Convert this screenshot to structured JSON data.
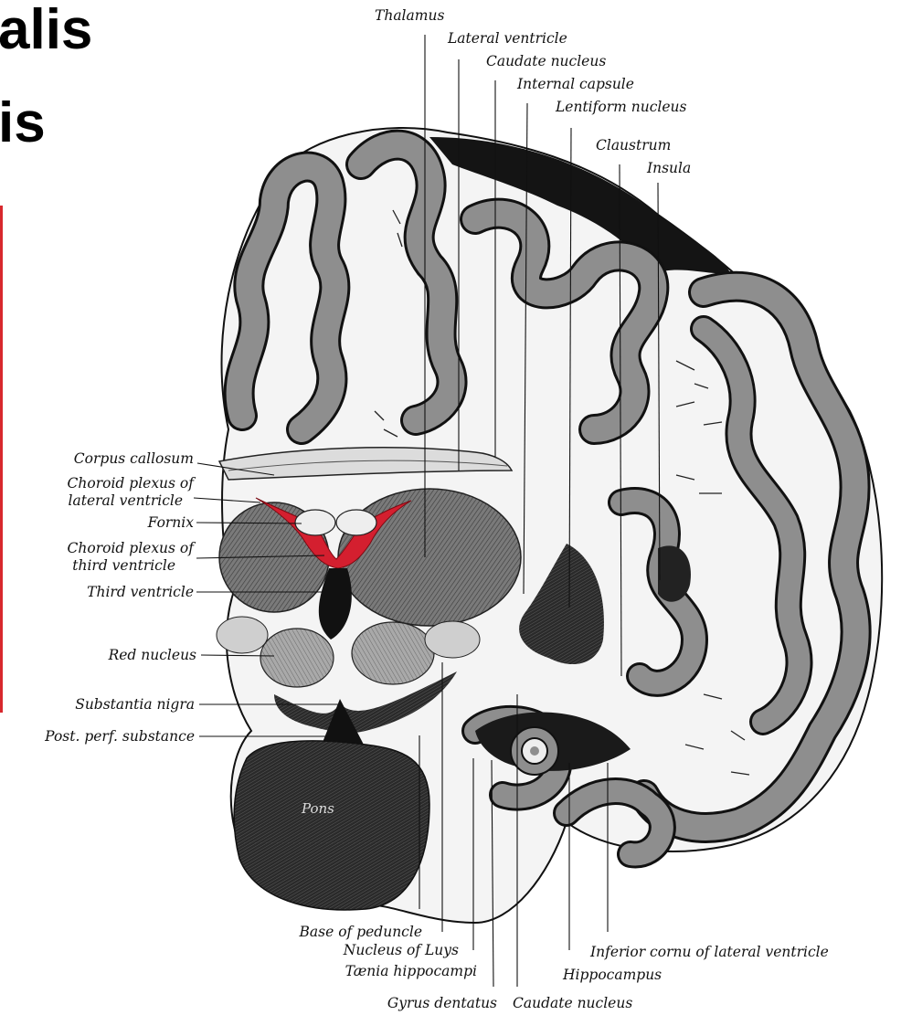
{
  "header": {
    "title_line1": "alis",
    "title_line2": "is"
  },
  "labels": {
    "thalamus": "Thalamus",
    "lateral_ventricle": "Lateral ventricle",
    "caudate_nucleus_top": "Caudate nucleus",
    "internal_capsule": "Internal capsule",
    "lentiform_nucleus": "Lentiform nucleus",
    "claustrum": "Claustrum",
    "insula": "Insula",
    "corpus_callosum": "Corpus callosum",
    "choroid_lateral_1": "Choroid plexus of",
    "choroid_lateral_2": "lateral ventricle",
    "fornix": "Fornix",
    "choroid_third_1": "Choroid plexus of",
    "choroid_third_2": "third ventricle",
    "third_ventricle": "Third ventricle",
    "red_nucleus": "Red nucleus",
    "substantia_nigra": "Substantia nigra",
    "post_perf_substance": "Post. perf. substance",
    "pons": "Pons",
    "base_of_peduncle": "Base of peduncle",
    "nucleus_of_luys": "Nucleus of Luys",
    "taenia_hippocampi": "Tænia hippocampi",
    "gyrus_dentatus": "Gyrus dentatus",
    "caudate_nucleus_bottom": "Caudate nucleus",
    "inferior_cornu": "Inferior cornu of lateral ventricle",
    "hippocampus": "Hippocampus"
  },
  "colors": {
    "accent_red": "#d8282d",
    "choroid_red": "#d41f2f",
    "cortex_gray": "#8e8e8e",
    "dark_tissue": "#1c1c1c"
  }
}
